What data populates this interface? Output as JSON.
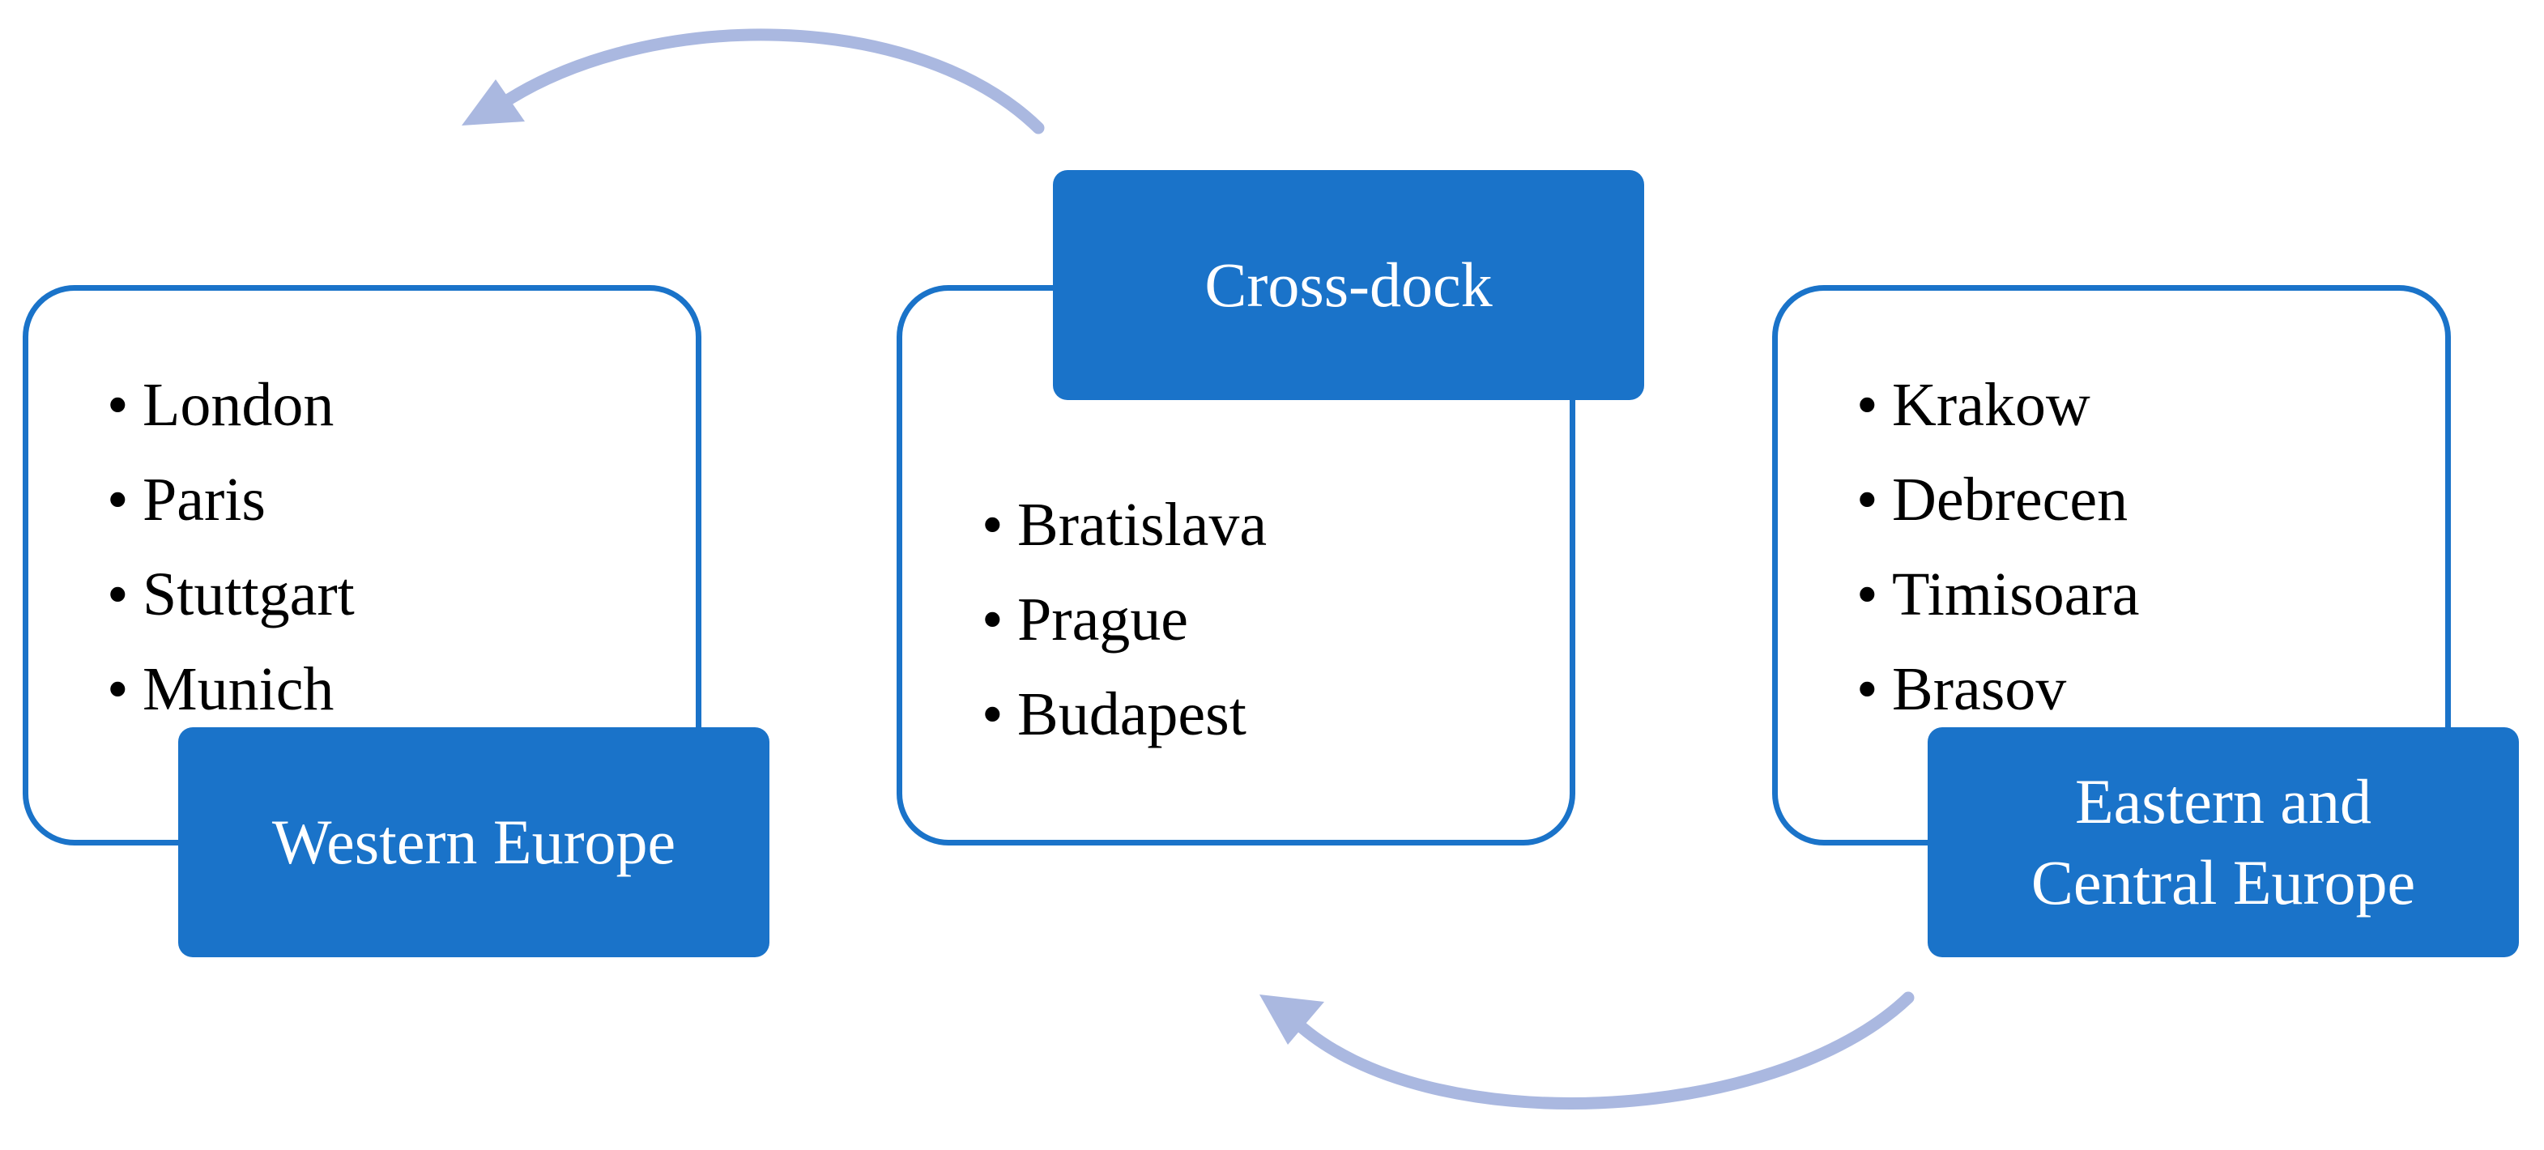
{
  "colors": {
    "box_fill": "#1a73c9",
    "box_border": "#1a73c9",
    "label_text": "#ffffff",
    "arrow": "#aab8e0",
    "list_text": "#000000"
  },
  "groups": [
    {
      "id": "western-europe",
      "label": "Western Europe",
      "cities": [
        "London",
        "Paris",
        "Stuttgart",
        "Munich"
      ]
    },
    {
      "id": "cross-dock",
      "label": "Cross-dock",
      "cities": [
        "Bratislava",
        "Prague",
        "Budapest"
      ]
    },
    {
      "id": "eastern-central-europe",
      "label_line1": "Eastern and",
      "label_line2": "Central Europe",
      "cities": [
        "Krakow",
        "Debrecen",
        "Timisoara",
        "Brasov"
      ]
    }
  ],
  "bullet": "•",
  "arrows": [
    {
      "id": "top-arrow",
      "from": "cross-dock",
      "to": "western-europe"
    },
    {
      "id": "bottom-arrow",
      "from": "eastern-central-europe",
      "to": "cross-dock"
    }
  ]
}
